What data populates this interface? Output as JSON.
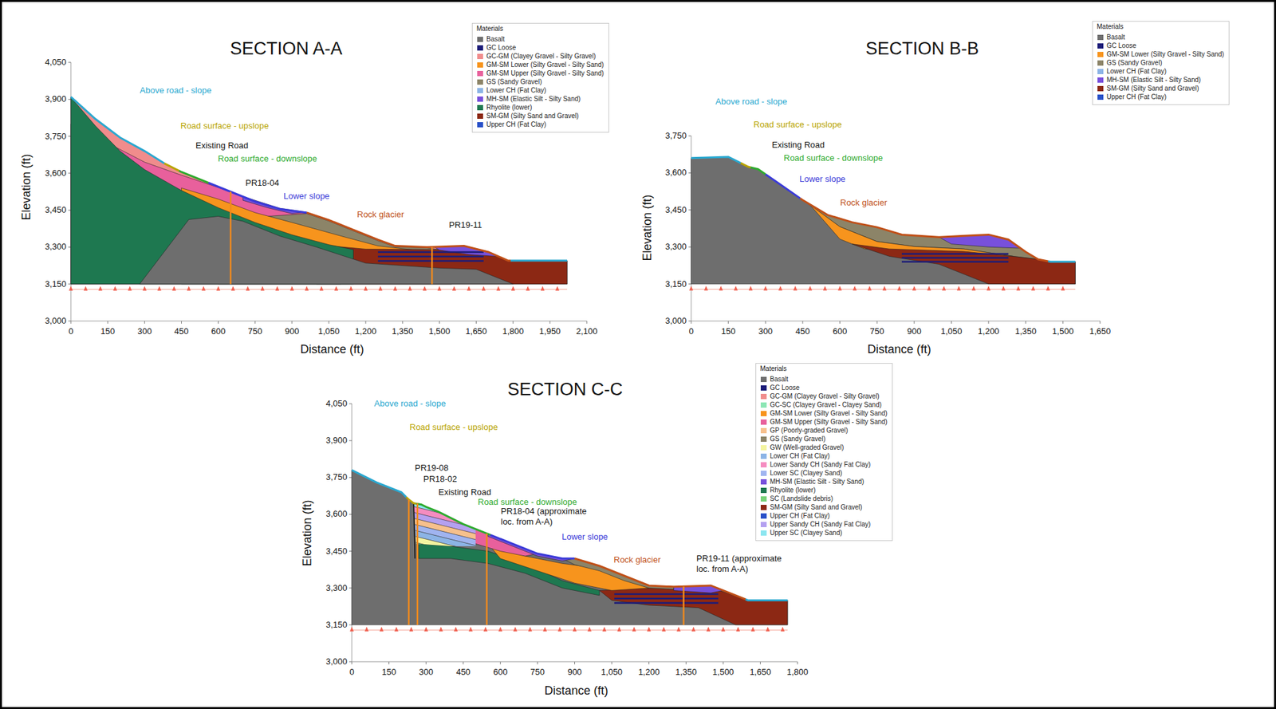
{
  "diagram": {
    "labels": [
      "SECTION A-A",
      "3,000",
      "3,150",
      "3,300",
      "3,450",
      "3,600",
      "3,750",
      "3,900",
      "4,050",
      "0",
      "150",
      "300",
      "450",
      "600",
      "750",
      "900",
      "1,050",
      "1,200",
      "1,350",
      "1,500",
      "1,650",
      "1,800",
      "1,950",
      "2,100",
      "Elevation (ft)",
      "Distance (ft)",
      "Above road - slope",
      "Road surface - upslope",
      "Existing Road",
      "Road surface - downslope",
      "PR18-04",
      "Lower slope",
      "Rock glacier",
      "PR19-11",
      "Materials",
      "SECTION B-B",
      "3,000",
      "3,150",
      "3,300",
      "3,450",
      "3,600",
      "3,750",
      "0",
      "150",
      "300",
      "450",
      "600",
      "750",
      "900",
      "1,050",
      "1,200",
      "1,350",
      "1,500",
      "1,650",
      "Elevation (ft)",
      "Distance (ft)",
      "Above road - slope",
      "Road surface - upslope",
      "Existing Road",
      "Road surface - downslope",
      "Lower slope",
      "Rock glacier",
      "Materials",
      "SECTION C-C",
      "3,000",
      "3,150",
      "3,300",
      "3,450",
      "3,600",
      "3,750",
      "3,900",
      "4,050",
      "0",
      "150",
      "300",
      "450",
      "600",
      "750",
      "900",
      "1,050",
      "1,200",
      "1,350",
      "1,500",
      "1,650",
      "1,800",
      "Elevation (ft)",
      "Distance (ft)",
      "Above road - slope",
      "Road surface - upslope",
      "PR19-08",
      "PR18-02",
      "Existing Road",
      "Road surface - downslope",
      "PR18-04 (approximate loc. from A-A)",
      "Lower slope",
      "Rock glacier",
      "PR19-11 (approximate loc. from A-A)",
      "Materials"
    ],
    "legend": [
      {
        "text": "Basalt",
        "color": "#6e6e6e"
      },
      {
        "text": "GC Loose",
        "color": "#1c1c78"
      },
      {
        "text": "GC-GM (Clayey Gravel - Silty Gravel)",
        "color": "#f08c8c"
      },
      {
        "text": "GM-SM Lower (Silty Gravel - Silty Sand)",
        "color": "#f7941d"
      },
      {
        "text": "GM-SM Upper (Silty Gravel - Silty Sand)",
        "color": "#e8609c"
      },
      {
        "text": "GS (Sandy Gravel)",
        "color": "#8c8468"
      },
      {
        "text": "Lower CH (Fat Clay)",
        "color": "#8cb4e6"
      },
      {
        "text": "MH-SM (Elastic Silt - Silty Sand)",
        "color": "#7850dc"
      },
      {
        "text": "Rhyolite (lower)",
        "color": "#1e7850"
      },
      {
        "text": "SM-GM (Silty Sand and Gravel)",
        "color": "#8c2814"
      },
      {
        "text": "Upper CH (Fat Clay)",
        "color": "#2850c8"
      },
      {
        "text": "Basalt",
        "color": "#6e6e6e"
      },
      {
        "text": "GC Loose",
        "color": "#1c1c78"
      },
      {
        "text": "GM-SM Lower (Silty Gravel - Silty Sand)",
        "color": "#f7941d"
      },
      {
        "text": "GS (Sandy Gravel)",
        "color": "#8c8468"
      },
      {
        "text": "Lower CH (Fat Clay)",
        "color": "#8cb4e6"
      },
      {
        "text": "MH-SM (Elastic Silt - Silty Sand)",
        "color": "#7850dc"
      },
      {
        "text": "SM-GM (Silty Sand and Gravel)",
        "color": "#8c2814"
      },
      {
        "text": "Upper CH (Fat Clay)",
        "color": "#2850c8"
      },
      {
        "text": "Basalt",
        "color": "#6e6e6e"
      },
      {
        "text": "GC Loose",
        "color": "#1c1c78"
      },
      {
        "text": "GC-GM (Clayey Gravel - Silty Gravel)",
        "color": "#f08c8c"
      },
      {
        "text": "GC-SC (Clayey Gravel - Clayey Sand)",
        "color": "#8ce6b4"
      },
      {
        "text": "GM-SM Lower (Silty Gravel - Silty Sand)",
        "color": "#f7941d"
      },
      {
        "text": "GM-SM Upper (Silty Gravel - Silty Sand)",
        "color": "#e8609c"
      },
      {
        "text": "GP (Poorly-graded Gravel)",
        "color": "#f7c08c"
      },
      {
        "text": "GS (Sandy Gravel)",
        "color": "#8c8468"
      },
      {
        "text": "GW (Well-graded Gravel)",
        "color": "#f4f4a0"
      },
      {
        "text": "Lower CH (Fat Clay)",
        "color": "#8cb4e6"
      },
      {
        "text": "Lower Sandy CH (Sandy Fat Clay)",
        "color": "#f58cc0"
      },
      {
        "text": "Lower SC (Clayey Sand)",
        "color": "#a0b4f0"
      },
      {
        "text": "MH-SM (Elastic Silt - Silty Sand)",
        "color": "#7850dc"
      },
      {
        "text": "Rhyolite (lower)",
        "color": "#1e7850"
      },
      {
        "text": "SC (Landslide debris)",
        "color": "#78d278"
      },
      {
        "text": "SM-GM (Silty Sand and Gravel)",
        "color": "#8c2814"
      },
      {
        "text": "Upper CH (Fat Clay)",
        "color": "#2850c8"
      },
      {
        "text": "Upper Sandy CH (Sandy Fat Clay)",
        "color": "#b4a0f0"
      },
      {
        "text": "Upper SC (Clayey Sand)",
        "color": "#8ce6f0"
      }
    ]
  }
}
